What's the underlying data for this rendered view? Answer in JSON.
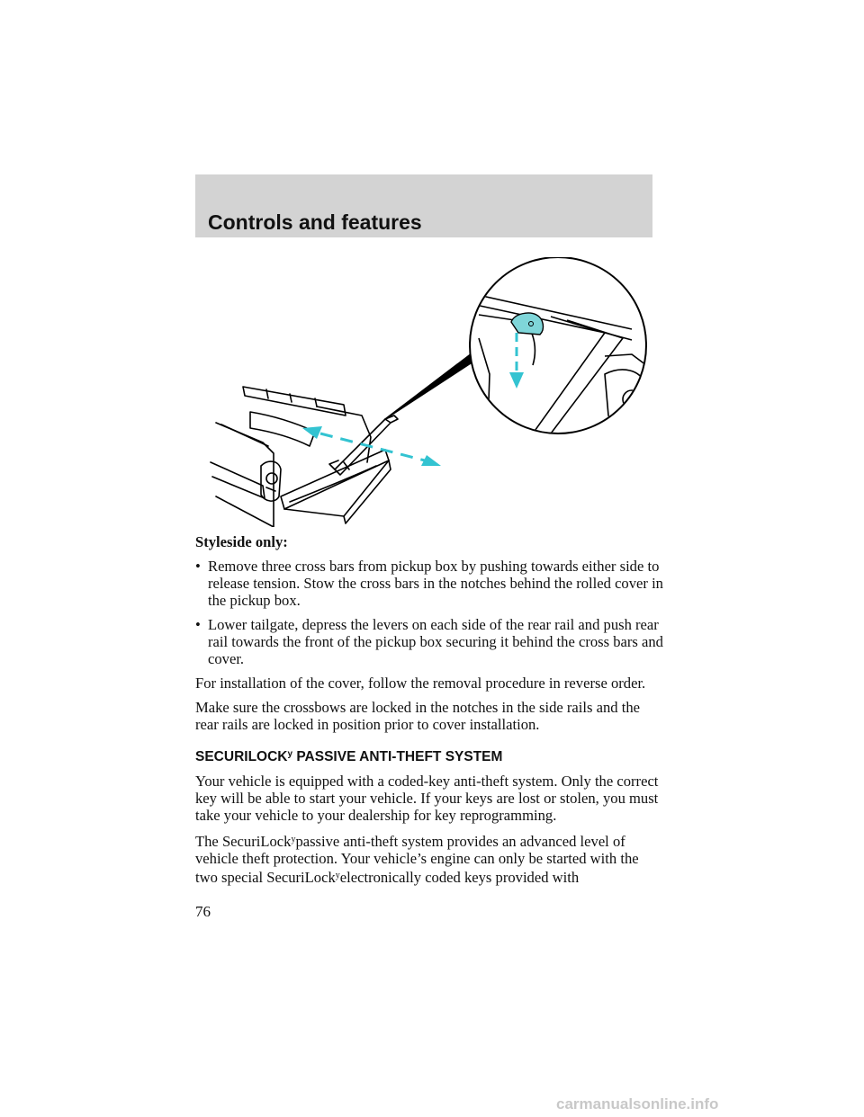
{
  "header": {
    "title": "Controls and features"
  },
  "illustration": {
    "icon": "pickup-tonneau-cover-rear-rail-diagram"
  },
  "content": {
    "styleside_heading": "Styleside only:",
    "bullets": [
      "Remove three cross bars from pickup box by pushing towards either side to release tension. Stow the cross bars in the notches behind the rolled cover in the pickup box.",
      "Lower tailgate, depress the levers on each side of the rear rail and push rear rail towards the front of the pickup box securing it behind the cross bars and cover."
    ],
    "bullet_symbol": "•",
    "para_installation": "For installation of the cover, follow the removal procedure in reverse order.",
    "para_crossbows": "Make sure the crossbows are locked in the notches in the side rails and the rear rails are locked in position prior to cover installation.",
    "section_heading_part1": "SECURILOCK",
    "section_heading_tm": "y",
    "section_heading_part2": "PASSIVE ANTI-THEFT SYSTEM",
    "para_coded_key": "Your vehicle is equipped with a coded-key anti-theft system. Only the correct key will be able to start your vehicle. If your keys are lost or stolen, you must take your vehicle to your dealership for key reprogramming.",
    "para_securilock_part1": "The SecuriLock",
    "tm_symbol": "y",
    "para_securilock_part2": "passive anti-theft system provides an advanced level of vehicle theft protection. Your vehicle’s engine can only be started with the two special SecuriLock",
    "para_securilock_part3": "electronically coded keys provided with"
  },
  "page_number": "76",
  "watermark": "carmanualsonline.info",
  "colors": {
    "header_bg": "#d3d3d3",
    "highlight": "#7fd6d9",
    "arrow": "#33c3d1"
  }
}
